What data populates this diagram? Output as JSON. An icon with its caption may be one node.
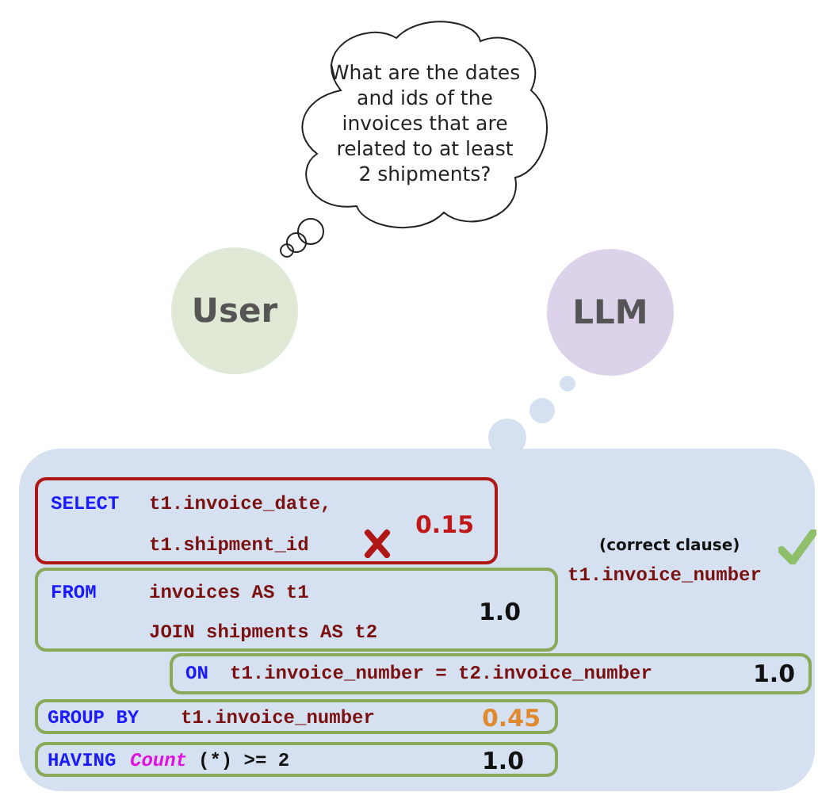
{
  "diagram": {
    "nodes": [
      {
        "text": [
          "What are the dates and ids of the invoices that are related to at least 2 shipments?"
        ]
      },
      {
        "text": [
          "User"
        ]
      },
      {
        "text": [
          "LLM"
        ]
      },
      {
        "text": [],
        "shape": "box"
      },
      {
        "text": [
          "SELECT",
          "t1.invoice_date,",
          "t1.shipment_id",
          "0.15"
        ],
        "in": 3
      },
      {
        "text": [
          "FROM",
          "invoices AS t1",
          "JOIN shipments AS t2",
          "1.0"
        ],
        "in": 3
      },
      {
        "text": [
          "ON",
          "t1.invoice_number = t2.invoice_number",
          "1.0"
        ],
        "in": 3
      },
      {
        "text": [
          "GROUP BY",
          "t1.invoice_number",
          "0.45"
        ],
        "in": 3
      },
      {
        "text": [
          "HAVING",
          "Count",
          "(*) >= 2",
          "1.0"
        ],
        "in": 3
      }
    ],
    "labels": [
      "(correct clause)",
      "t1.invoice_number"
    ]
  }
}
